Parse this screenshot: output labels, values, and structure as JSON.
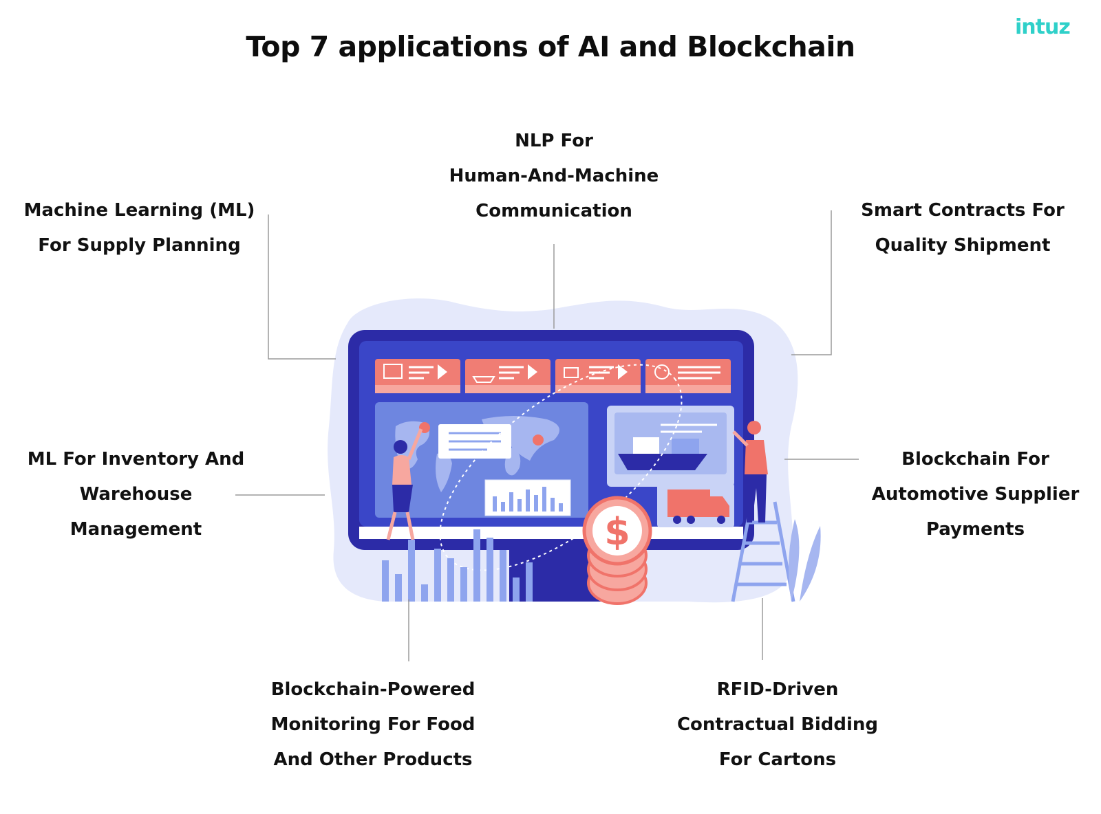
{
  "header": {
    "title": "Top 7 applications of AI and Blockchain",
    "brand": "intuz",
    "brand_color": "#2fd0c9"
  },
  "labels": [
    {
      "id": "ml-supply",
      "lines": [
        "Machine Learning (ML)",
        "For Supply Planning"
      ]
    },
    {
      "id": "nlp",
      "lines": [
        "NLP For",
        "Human-And-Machine",
        "Communication"
      ]
    },
    {
      "id": "smart-contracts",
      "lines": [
        "Smart Contracts For",
        "Quality Shipment"
      ]
    },
    {
      "id": "ml-inventory",
      "lines": [
        "ML For Inventory And",
        "Warehouse",
        "Management"
      ]
    },
    {
      "id": "blockchain-auto",
      "lines": [
        "Blockchain For",
        "Automotive Supplier",
        "Payments"
      ]
    },
    {
      "id": "blockchain-food",
      "lines": [
        "Blockchain-Powered",
        "Monitoring For Food",
        "And Other Products"
      ]
    },
    {
      "id": "rfid",
      "lines": [
        "RFID-Driven",
        "Contractual Bidding",
        "For Cartons"
      ]
    }
  ],
  "illustration": {
    "coin_symbol": "$",
    "colors": {
      "monitor_frame": "#2c2ba7",
      "screen": "#3a46c8",
      "panel": "#6e86e0",
      "blob": "#e5e9fb",
      "accent": "#f0736a",
      "accent_light": "#f7a79f",
      "bars": "#8ea4ee"
    }
  }
}
